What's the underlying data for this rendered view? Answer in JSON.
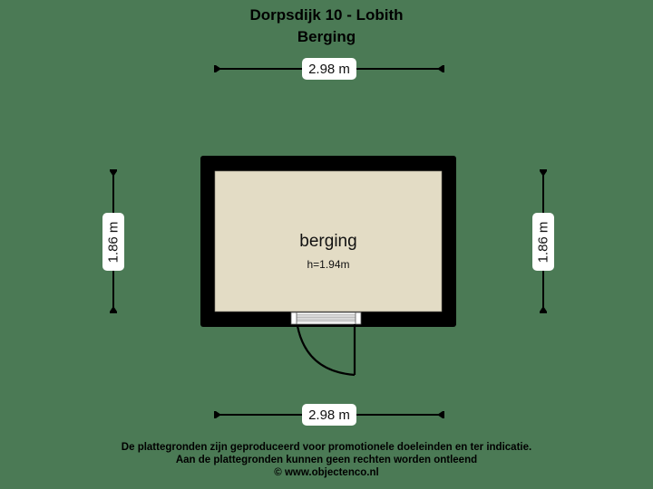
{
  "header": {
    "title": "Dorpsdijk 10 - Lobith",
    "subtitle": "Berging"
  },
  "colors": {
    "background": "#4b7a55",
    "wall": "#000000",
    "floor": "#e3dcc5",
    "label_bg": "#ffffff"
  },
  "dimensions": {
    "top_width": "2.98 m",
    "bottom_width": "2.98 m",
    "left_height": "1.86 m",
    "right_height": "1.86 m"
  },
  "room": {
    "name": "berging",
    "height": "h=1.94m"
  },
  "door": {
    "type": "single-swing",
    "icon": "door-swing-icon"
  },
  "footer": {
    "line1": "De plattegronden zijn geproduceerd voor promotionele doeleinden en ter indicatie.",
    "line2": "Aan de plattegronden kunnen geen rechten worden ontleend",
    "line3": "© www.objectenco.nl"
  }
}
